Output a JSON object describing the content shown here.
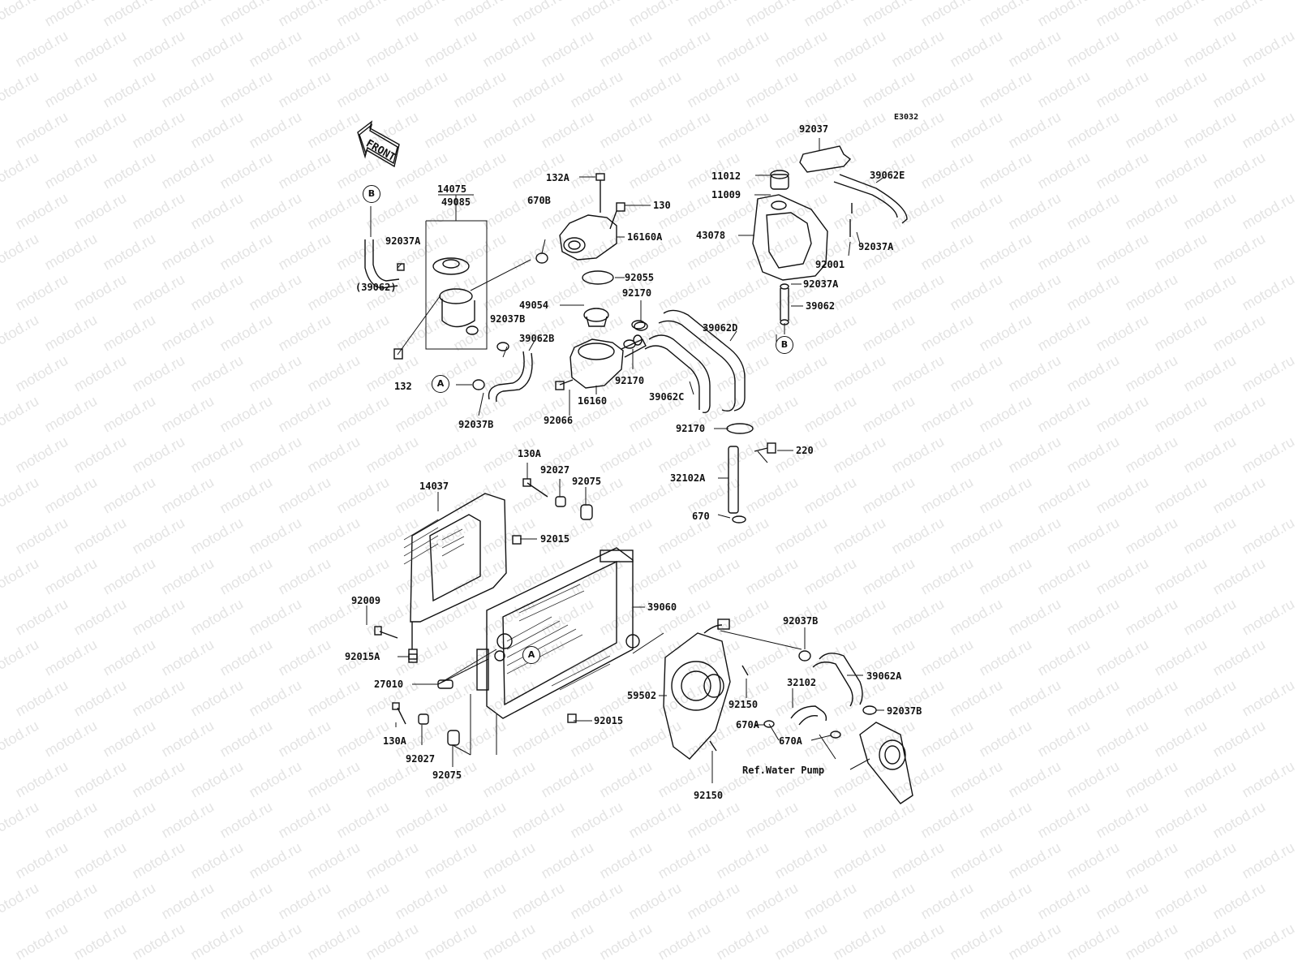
{
  "watermark": "motod.ru",
  "diagram_code": "E3032",
  "front_arrow_label": "FRONT",
  "callouts": [
    "B",
    "B",
    "A",
    "A"
  ],
  "part_labels": {
    "p14075": "14075",
    "p49085": "49085",
    "p670B": "670B",
    "p132A": "132A",
    "p130": "130",
    "p16160A": "16160A",
    "p92037A_l": "92037A",
    "p39062_l": "(39062)",
    "p92037B_l": "92037B",
    "p132": "132",
    "p92055": "92055",
    "p49054": "49054",
    "p92170_a": "92170",
    "p39062B": "39062B",
    "p92037B_b": "92037B",
    "p92066": "92066",
    "p16160": "16160",
    "p92170_b": "92170",
    "p39062C": "39062C",
    "p39062D": "39062D",
    "p92037": "92037",
    "p11012": "11012",
    "p11009": "11009",
    "p39062E": "39062E",
    "p43078": "43078",
    "p92037A_r": "92037A",
    "p92001": "92001",
    "p92037A_r2": "92037A",
    "p39062_r": "39062",
    "p92170_c": "92170",
    "p220": "220",
    "p32102A": "32102A",
    "p670": "670",
    "p130A_t": "130A",
    "p92027_t": "92027",
    "p92075_t": "92075",
    "p14037": "14037",
    "p92015_t": "92015",
    "p39060": "39060",
    "p92009": "92009",
    "p92015A": "92015A",
    "p27010": "27010",
    "p130A_b": "130A",
    "p92027_b": "92027",
    "p92075_b": "92075",
    "p92015_b": "92015",
    "p59502": "59502",
    "p92150_a": "92150",
    "p92150_b": "92150",
    "p92037B_r": "92037B",
    "p32102": "32102",
    "p39062A": "39062A",
    "p92037B_r2": "92037B",
    "p670A_a": "670A",
    "p670A_b": "670A",
    "pRefWP": "Ref.Water Pump"
  }
}
